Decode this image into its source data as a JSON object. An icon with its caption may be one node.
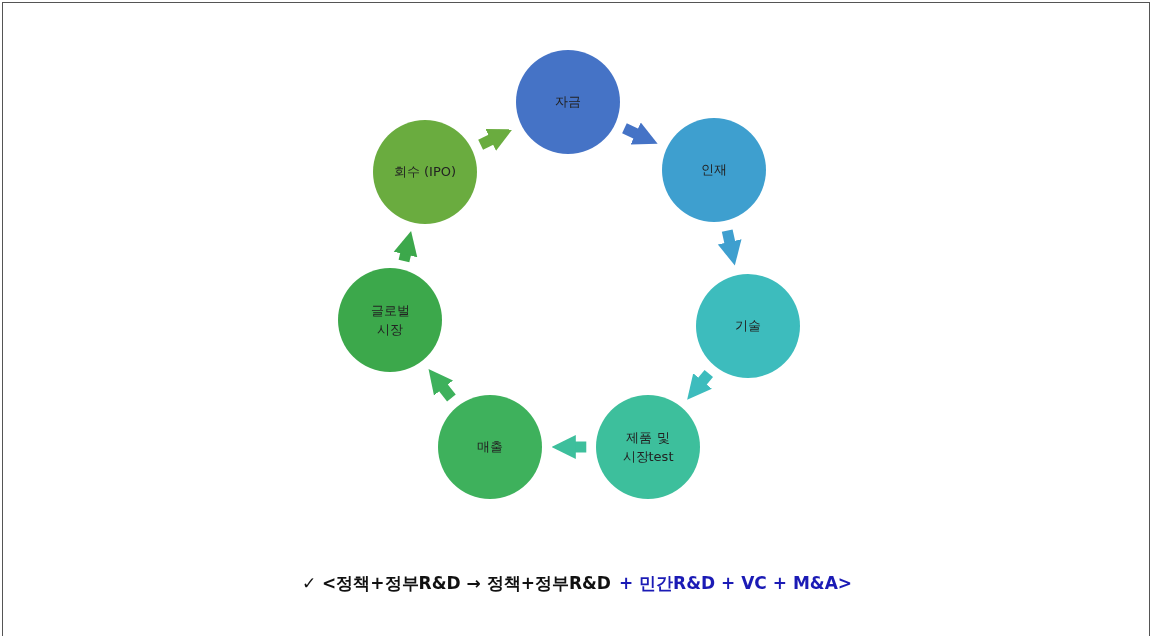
{
  "diagram": {
    "nodes": [
      {
        "text": [
          "자금"
        ]
      },
      {
        "text": [
          "인재"
        ]
      },
      {
        "text": [
          "기술"
        ]
      },
      {
        "text": [
          "제품 및 시장test"
        ]
      },
      {
        "text": [
          "매출"
        ]
      },
      {
        "text": [
          "글로벌 시장"
        ]
      },
      {
        "text": [
          "회수 (IPO)"
        ]
      }
    ],
    "edges": [
      {
        "from": 0,
        "to": 1,
        "arrow": "to",
        "color": "#4573c6"
      },
      {
        "from": 1,
        "to": 2,
        "arrow": "to",
        "color": "#3e9fcf"
      },
      {
        "from": 2,
        "to": 3,
        "arrow": "to",
        "color": "#3dbcbd"
      },
      {
        "from": 3,
        "to": 4,
        "arrow": "to",
        "color": "#3dbf9c"
      },
      {
        "from": 4,
        "to": 5,
        "arrow": "to",
        "color": "#3eb15c"
      },
      {
        "from": 5,
        "to": 6,
        "arrow": "to",
        "color": "#3ca84b"
      },
      {
        "from": 6,
        "to": 0,
        "arrow": "to",
        "color": "#6aac3f"
      }
    ],
    "labels": [
      "✓ <정책+정부R&D → 정책+정부R&D",
      "+ 민간R&D + VC + M&A>"
    ]
  }
}
